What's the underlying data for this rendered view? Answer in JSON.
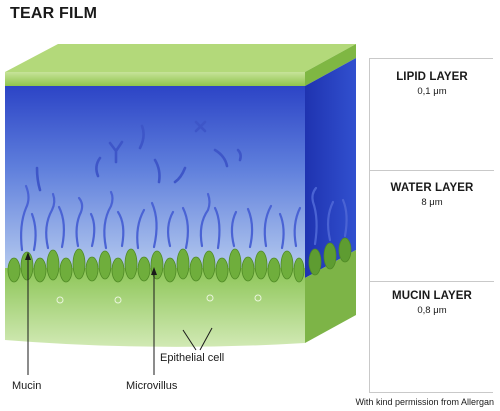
{
  "title": "TEAR FILM",
  "layers": [
    {
      "name": "LIPID LAYER",
      "thickness": "0,1 μm"
    },
    {
      "name": "WATER LAYER",
      "thickness": "8 μm"
    },
    {
      "name": "MUCIN LAYER",
      "thickness": "0,8 μm"
    }
  ],
  "labels": {
    "epithelial_cell": "Epithelial cell",
    "mucin": "Mucin",
    "microvillus": "Microvillus"
  },
  "credit": "With kind permission from Allergan",
  "colors": {
    "lipid": "#9fcf5a",
    "water_top": "#2a3fc4",
    "water_bottom": "#a9bfe9",
    "mucin_strand": "#3b52c8",
    "cell": "#7ab648",
    "cell_base": "#b5d98a"
  }
}
